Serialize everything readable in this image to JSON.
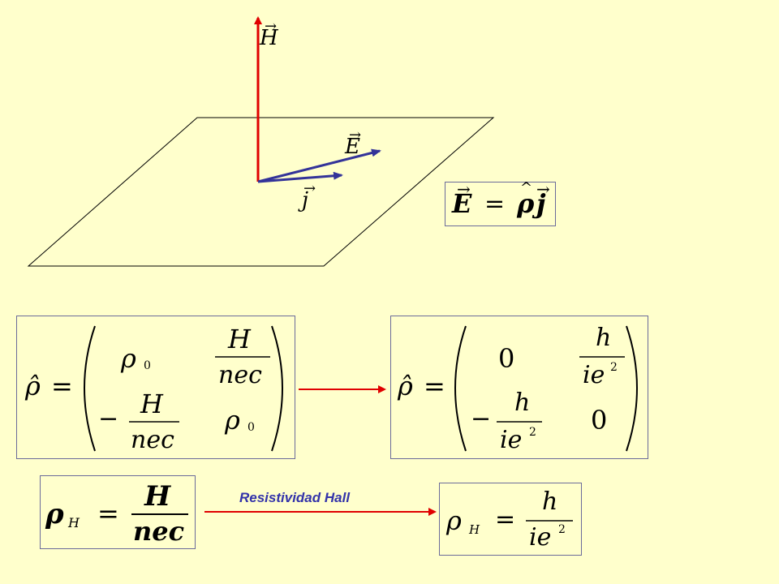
{
  "diagram": {
    "vector_H": "H",
    "vector_E": "E",
    "vector_j": "j",
    "colors": {
      "field_arrow": "#e00000",
      "vector_arrow": "#333399",
      "background": "#ffffcc"
    }
  },
  "eq_ohm": {
    "lhs": "E",
    "eq": "=",
    "rhs_rho": "ρ",
    "rhs_j": "j"
  },
  "matrix_classical": {
    "lhs": "ρ̂",
    "eq": "=",
    "a11_sym": "ρ",
    "a11_sub": "0",
    "a12_num": "H",
    "a12_den": "nec",
    "a21_sign": "−",
    "a21_num": "H",
    "a21_den": "nec",
    "a22_sym": "ρ",
    "a22_sub": "0"
  },
  "matrix_quantum": {
    "lhs": "ρ̂",
    "eq": "=",
    "a11": "0",
    "a12_num": "h",
    "a12_den": "ie",
    "a12_exp": "2",
    "a21_sign": "−",
    "a21_num": "h",
    "a21_den": "ie",
    "a21_exp": "2",
    "a22": "0"
  },
  "hall_classical": {
    "sym": "ρ",
    "sub": "H",
    "eq": "=",
    "num": "H",
    "den": "nec"
  },
  "hall_label": "Resistividad Hall",
  "hall_quantum": {
    "sym": "ρ",
    "sub": "H",
    "eq": "=",
    "num": "h",
    "den": "ie",
    "exp": "2"
  }
}
